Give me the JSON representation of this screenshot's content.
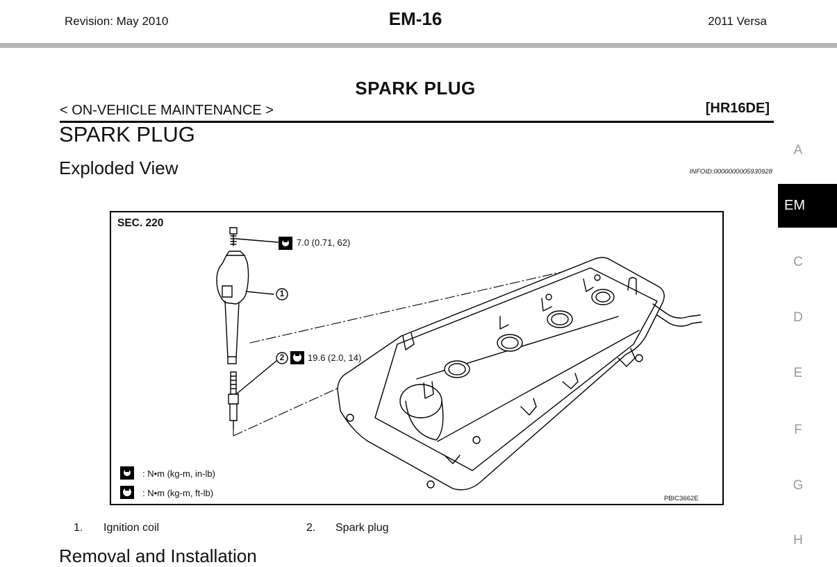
{
  "header": {
    "revision": "Revision: May 2010",
    "page_number": "EM-16",
    "vehicle": "2011 Versa"
  },
  "section": {
    "title": "SPARK PLUG",
    "breadcrumb": "< ON-VEHICLE MAINTENANCE >",
    "engine_code": "[HR16DE]",
    "heading": "SPARK PLUG",
    "subheading": "Exploded View",
    "info_id": "INFOID:0000000005930928"
  },
  "figure": {
    "section_label": "SEC. 220",
    "torque_bolt": "7.0 (0.71, 62)",
    "torque_plug": "19.6 (2.0, 14)",
    "callout_1": "1",
    "callout_2": "2",
    "legend_in_lb": ": N•m (kg-m, in-lb)",
    "legend_ft_lb": ": N•m (kg-m, ft-lb)",
    "figure_code": "PBIC3662E"
  },
  "parts": [
    {
      "num": "1.",
      "label": "Ignition coil"
    },
    {
      "num": "2.",
      "label": "Spark plug"
    }
  ],
  "next_heading": "Removal and Installation",
  "side_tabs": [
    "A",
    "EM",
    "C",
    "D",
    "E",
    "F",
    "G",
    "H"
  ],
  "active_tab": "EM"
}
